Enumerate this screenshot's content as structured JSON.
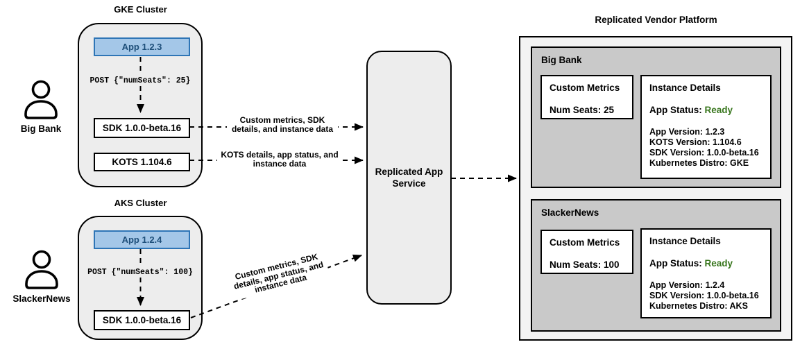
{
  "clusters": [
    {
      "title": "GKE Cluster",
      "user_label": "Big Bank",
      "app_version_label": "App 1.2.3",
      "post_request": "POST {\"numSeats\": 25}",
      "sdk_label": "SDK 1.0.0-beta.16",
      "kots_label": "KOTS 1.104.6"
    },
    {
      "title": "AKS Cluster",
      "user_label": "SlackerNews",
      "app_version_label": "App 1.2.4",
      "post_request": "POST {\"numSeats\": 100}",
      "sdk_label": "SDK 1.0.0-beta.16"
    }
  ],
  "connectors": {
    "sdk_to_service_label": "Custom metrics, SDK details, and instance data",
    "kots_to_service_label": "KOTS details, app status, and instance data",
    "aks_sdk_to_service_label": "Custom metrics, SDK details, app status, and instance data"
  },
  "service": {
    "label": "Replicated App Service"
  },
  "vendor": {
    "title": "Replicated Vendor Platform",
    "customers": [
      {
        "name": "Big Bank",
        "metrics": {
          "title": "Custom Metrics",
          "num_seats": "Num Seats: 25"
        },
        "instance": {
          "title": "Instance Details",
          "status_label": "App Status:",
          "status_value": "Ready",
          "details": [
            "App Version: 1.2.3",
            "KOTS Version: 1.104.6",
            "SDK Version: 1.0.0-beta.16",
            "Kubernetes Distro: GKE"
          ]
        }
      },
      {
        "name": "SlackerNews",
        "metrics": {
          "title": "Custom Metrics",
          "num_seats": "Num Seats: 100"
        },
        "instance": {
          "title": "Instance Details",
          "status_label": "App Status:",
          "status_value": "Ready",
          "details": [
            "App Version: 1.2.4",
            "SDK Version: 1.0.0-beta.16",
            "Kubernetes Distro: AKS"
          ]
        }
      }
    ]
  },
  "colors": {
    "app_fill": "#a4c7e8",
    "app_border": "#2e75b6",
    "app_text": "#1d4e79",
    "status_ready_green": "#38761d",
    "cluster_fill": "#ededed",
    "vendor_fill": "#f3f3f3",
    "customer_fill": "#c9c9c9"
  }
}
